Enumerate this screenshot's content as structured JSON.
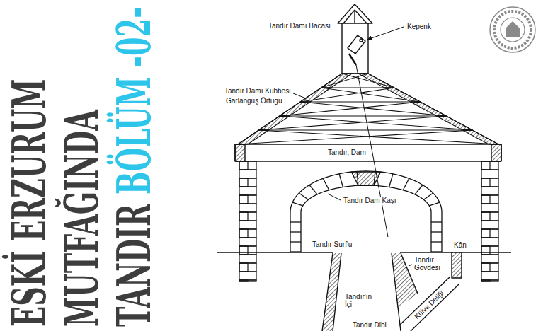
{
  "diagram": {
    "title": "ESKİ ERZURUM MUTFAĞINDA TANDIR BÖLÜM -02-",
    "labels": [
      "Tandır Damı Bacası",
      "Kepenk",
      "Tandır Damı Kubbesi",
      "Garlanguş Örtüğü",
      "Tandır, Dam",
      "Tandır Dam Kaşı",
      "Tandır Surf'u",
      "Kân",
      "Tandır Gövdesi",
      "Tandır'ın İçi",
      "Külve Deliği",
      "Tandır Dibi"
    ]
  }
}
